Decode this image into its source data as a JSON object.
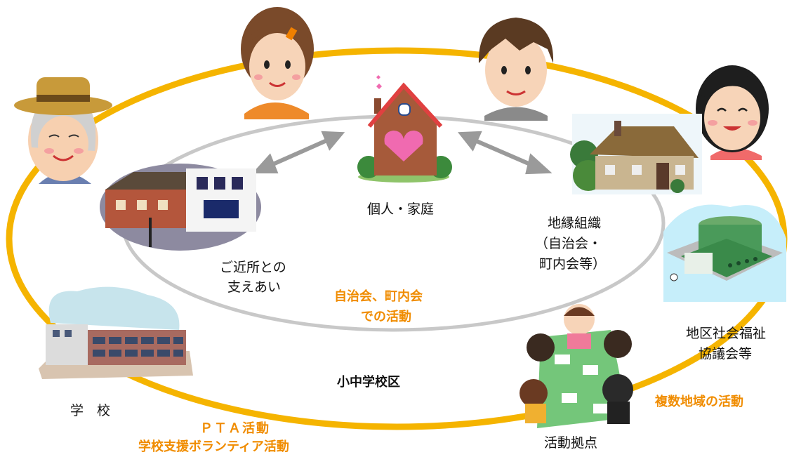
{
  "labels": {
    "home": "個人・家庭",
    "neighbors_l1": "ご近所との",
    "neighbors_l2": "支えあい",
    "assoc_l1": "地縁組織",
    "assoc_l2": "（自治会・",
    "assoc_l3": "町内会等）",
    "council_l1": "地区社会福祉",
    "council_l2": "協議会等",
    "school": "学　校",
    "base": "活動拠点",
    "district": "小中学校区"
  },
  "activities": {
    "jichikai_l1": "自治会、町内会",
    "jichikai_l2": "での活動",
    "pta_l1": "ＰＴＡ活動",
    "pta_l2": "学校支援ボランティア活動",
    "multi": "複数地域の活動"
  },
  "colors": {
    "outer_ring": "#f5b400",
    "inner_ring": "#c8c8c8",
    "activity_text": "#f08c00",
    "arrow": "#9a9a9a"
  },
  "icons": [
    "elderly-man-icon",
    "woman-icon",
    "young-man-icon",
    "smiling-woman-icon",
    "house-heart-icon",
    "street-houses-icon",
    "cottage-icon",
    "community-center-icon",
    "school-building-icon",
    "meeting-group-icon"
  ]
}
